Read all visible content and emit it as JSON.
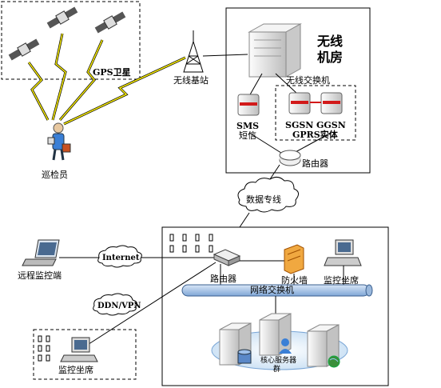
{
  "labels": {
    "gps_satellite": "GPS卫星",
    "base_station": "无线基站",
    "inspector": "巡检员",
    "wireless_room_line1": "无线",
    "wireless_room_line2": "机房",
    "wireless_switch": "无线交换机",
    "sms_line1": "SMS",
    "sms_line2": "短信",
    "sgsn": "SGSN",
    "ggsn": "GGSN",
    "gprs_entity": "GPRS实体",
    "router_top": "路由器",
    "data_line": "数据专线",
    "internet": "Internet",
    "remote_monitor": "远程监控端",
    "router_center": "路由器",
    "firewall": "防火墙",
    "monitor_seat_center": "监控坐席",
    "network_switch": "网络交换机",
    "ddn_vpn": "DDN/VPN",
    "core_server_line1": "核心服务器",
    "core_server_line2": "群",
    "monitor_seat_left": "监控坐席"
  },
  "colors": {
    "line": "#000000",
    "lightning": "#f2e600",
    "server_body": "#e8e8e8",
    "server_red": "#d21a1a",
    "bus_blue": "#a9c6e8",
    "firewall": "#f0a840",
    "inspector_blue": "#3a7fd6",
    "cloud": "#ffffff"
  }
}
